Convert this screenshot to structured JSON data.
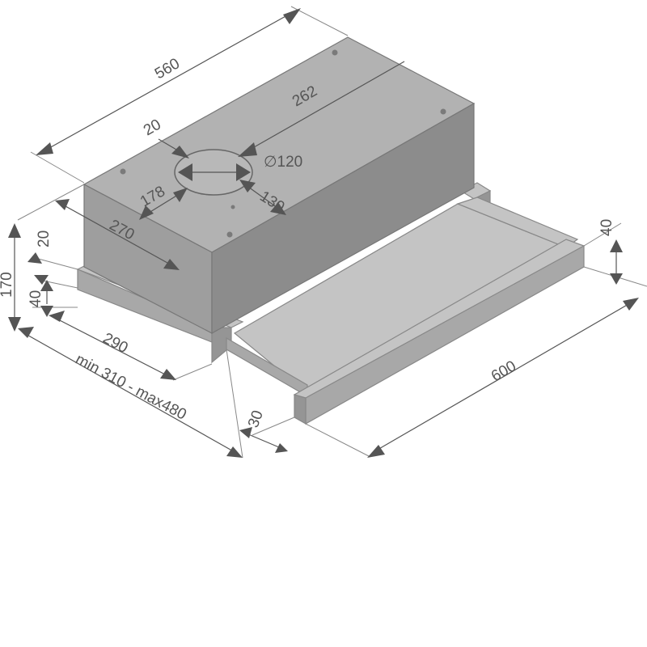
{
  "dimensions": {
    "width_total": "560",
    "duct_offset": "262",
    "edge_offset_top": "20",
    "duct_diameter": "∅120",
    "duct_left": "178",
    "duct_front": "130",
    "depth_body": "270",
    "trim_height": "20",
    "total_height": "170",
    "lower_height": "40",
    "depth_base": "290",
    "depth_range": "min 310 - max480",
    "visor_height": "40",
    "visor_width": "600",
    "visor_thickness": "30"
  },
  "colors": {
    "background": "#ffffff",
    "body_top": "#b2b2b2",
    "body_front": "#9e9e9e",
    "body_side": "#8c8c8c",
    "duct": "#b8b8b8",
    "dimension_line": "#555555"
  }
}
